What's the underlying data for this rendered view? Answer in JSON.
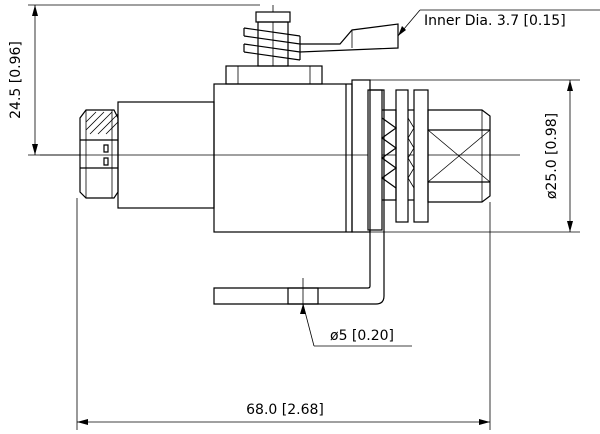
{
  "dimensions": {
    "height_label": "24.5 [0.96]",
    "inner_dia_label": "Inner Dia. 3.7 [0.15]",
    "diameter_label": "ø25.0 [0.98]",
    "hole_label": "ø5 [0.20]",
    "length_label": "68.0 [2.68]"
  },
  "colors": {
    "line": "#000000",
    "background": "#ffffff"
  }
}
